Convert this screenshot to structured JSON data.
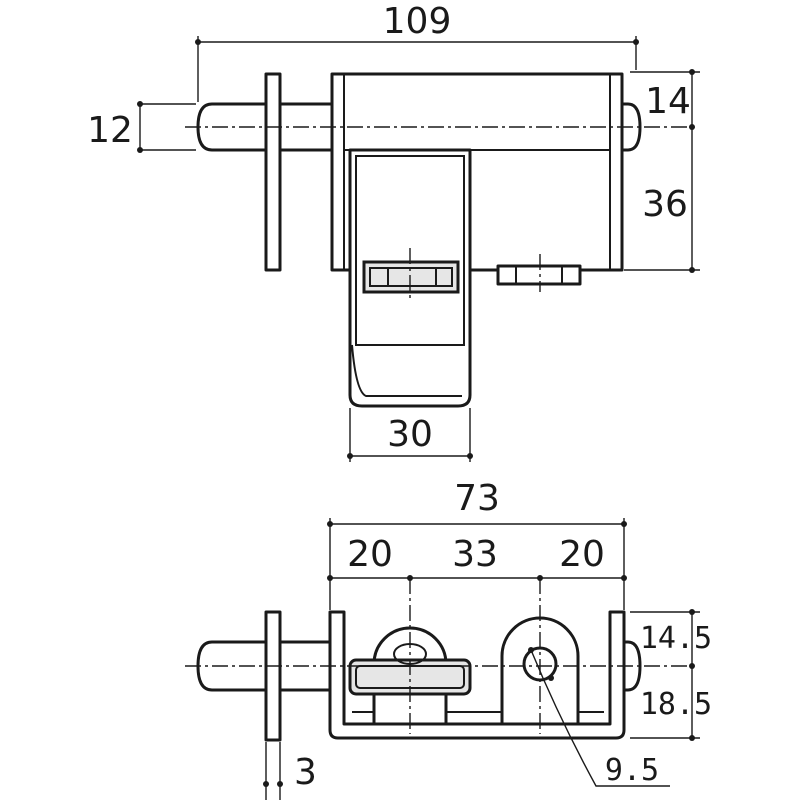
{
  "top_view": {
    "dim_overall_length": "109",
    "dim_pin_diameter": "12",
    "dim_body_offset": "14",
    "dim_body_height": "36",
    "dim_handle_width": "30"
  },
  "bottom_view": {
    "dim_base_length": "73",
    "dim_left_segment": "20",
    "dim_mid_segment": "33",
    "dim_right_segment": "20",
    "dim_upper_height": "14.5",
    "dim_lower_height": "18.5",
    "dim_plate_thickness": "3",
    "dim_hole_diameter": "9.5"
  },
  "colors": {
    "line": "#1a1a1a",
    "shade": "#e6e6e6",
    "background": "#ffffff"
  }
}
